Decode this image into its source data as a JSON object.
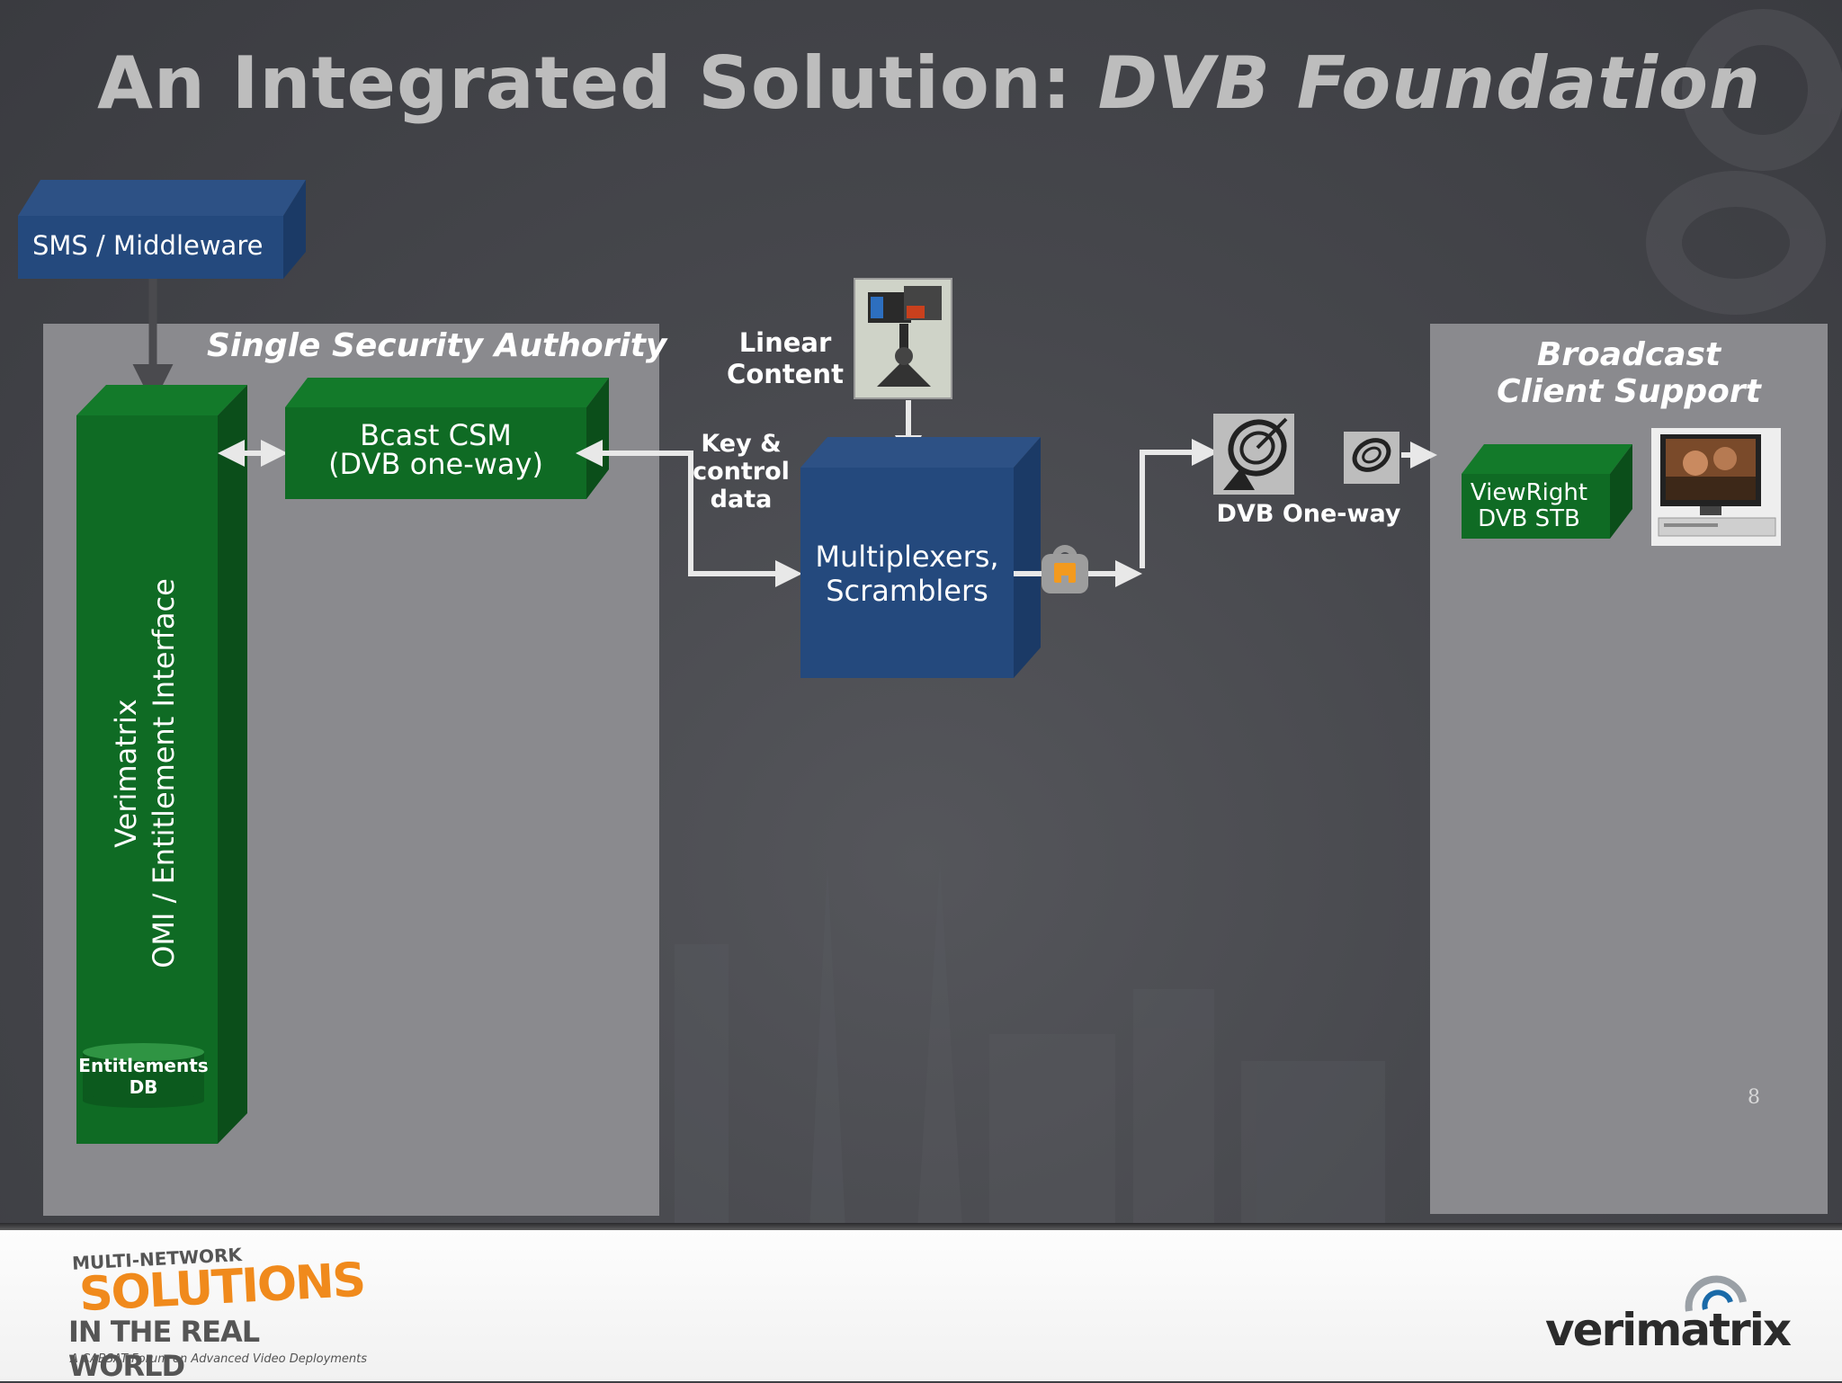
{
  "title": {
    "main": "An Integrated Solution:",
    "italic": "DVB Foundation"
  },
  "sms_box": {
    "label": "SMS / Middleware"
  },
  "left_panel": {
    "label": "Single Security Authority"
  },
  "right_panel": {
    "label_line1": "Broadcast",
    "label_line2": "Client Support"
  },
  "omi_column": {
    "line1": "Verimatrix",
    "line2": "OMI / Entitlement Interface"
  },
  "entitlements_db": {
    "line1": "Entitlements",
    "line2": "DB"
  },
  "bcast_csm": {
    "line1": "Bcast CSM",
    "line2": "(DVB one-way)"
  },
  "linear_content": {
    "line1": "Linear",
    "line2": "Content"
  },
  "key_control": {
    "line1": "Key &",
    "line2": "control",
    "line3": "data"
  },
  "multiplexers": {
    "line1": "Multiplexers,",
    "line2": "Scramblers"
  },
  "dvb_oneway": {
    "label": "DVB One-way"
  },
  "stb": {
    "line1": "ViewRight",
    "line2": "DVB STB"
  },
  "page_number": "8",
  "footer": {
    "event_line1": "MULTI-NETWORK",
    "event_line2": "SOLUTIONS",
    "event_line3": "IN THE REAL WORLD",
    "event_line4": "A CABSAT Forum on Advanced Video Deployments",
    "brand": "verimatrix"
  },
  "colors": {
    "green": "#0f6b24",
    "blue": "#24497d",
    "panel": "#8a8a8e",
    "lock": "#f39a1e"
  }
}
